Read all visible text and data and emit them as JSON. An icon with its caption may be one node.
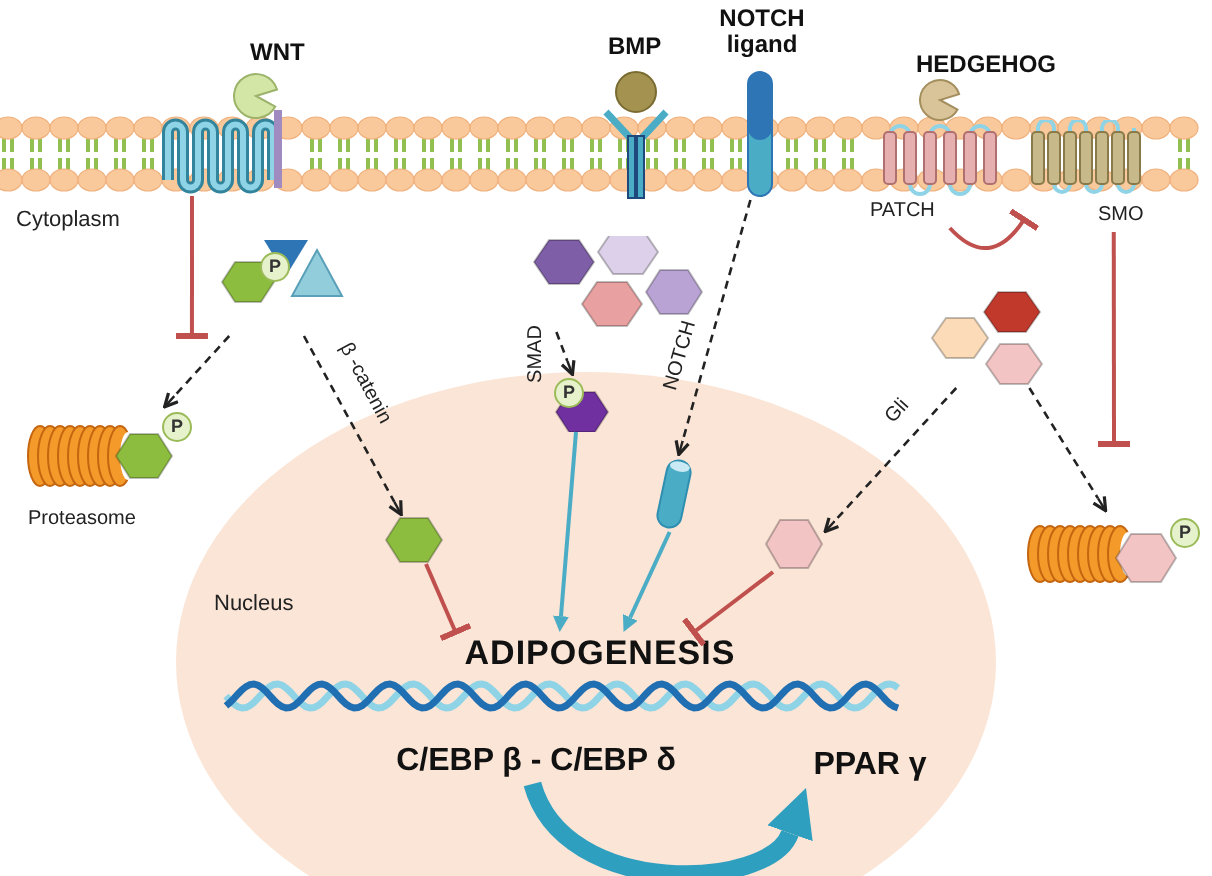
{
  "diagram": {
    "nodes": [
      {
        "text": [
          "WNT"
        ]
      },
      {
        "text": [
          "BMP"
        ]
      },
      {
        "text": [
          "NOTCH ligand"
        ]
      },
      {
        "text": [
          "HEDGEHOG"
        ]
      },
      {
        "text": [
          "PATCH"
        ]
      },
      {
        "text": [
          "SMO"
        ]
      },
      {
        "text": [
          "P"
        ]
      },
      {
        "text": [
          "P",
          "Proteasome"
        ]
      },
      {
        "text": [],
        "shape": "picture"
      },
      {
        "text": [],
        "shape": "picture"
      },
      {
        "text": [
          "P"
        ]
      },
      {
        "text": [
          "Nucleus"
        ]
      },
      {
        "text": [
          "P"
        ],
        "in": 11
      },
      {
        "text": [],
        "shape": "picture",
        "in": 11
      },
      {
        "text": [],
        "shape": "picture",
        "in": 11
      },
      {
        "text": [],
        "shape": "picture",
        "in": 11
      },
      {
        "text": [
          "ADIPOGENESIS"
        ],
        "in": 11
      },
      {
        "text": [
          "C/EBP β - C/EBP δ"
        ],
        "in": 11
      },
      {
        "text": [
          "PPAR γ"
        ],
        "in": 11
      }
    ],
    "edges": [
      {
        "from": 0,
        "to": 6,
        "arrow": "other",
        "color": "#c0504d"
      },
      {
        "from": 6,
        "to": 7,
        "arrow": "to",
        "style": "dashed"
      },
      {
        "from": 6,
        "to": 14,
        "arrow": "to",
        "style": "dashed",
        "label": "β -catenin"
      },
      {
        "from": 8,
        "to": 12,
        "arrow": "to",
        "style": "dashed",
        "label": "SMAD"
      },
      {
        "from": 2,
        "to": 13,
        "arrow": "to",
        "style": "dashed",
        "label": "NOTCH"
      },
      {
        "from": 4,
        "to": 5,
        "arrow": "other",
        "color": "#c0504d"
      },
      {
        "from": 5,
        "to": null,
        "arrow": "other",
        "color": "#c0504d"
      },
      {
        "from": 9,
        "to": 15,
        "arrow": "to",
        "style": "dashed",
        "label": "Gli"
      },
      {
        "from": 9,
        "to": 10,
        "arrow": "to",
        "style": "dashed"
      },
      {
        "from": 14,
        "to": 16,
        "arrow": "other",
        "color": "#c0504d"
      },
      {
        "from": 12,
        "to": 16,
        "arrow": "to",
        "color": "#4bacc6"
      },
      {
        "from": 13,
        "to": 16,
        "arrow": "to",
        "color": "#4bacc6"
      },
      {
        "from": 15,
        "to": 16,
        "arrow": "other",
        "color": "#c0504d"
      },
      {
        "from": 17,
        "to": 18,
        "arrow": "to",
        "style": "thick",
        "color": "#2f9fc0"
      }
    ],
    "labels": [
      "Cytoplasm"
    ]
  }
}
